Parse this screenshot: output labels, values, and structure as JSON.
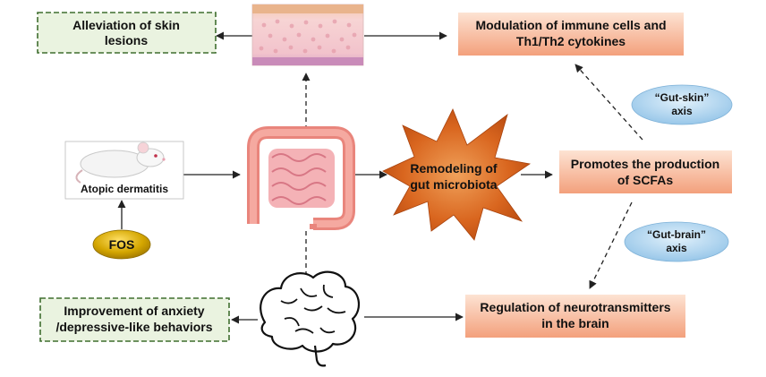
{
  "boxes": {
    "skin_lesions": {
      "line1": "Alleviation of skin",
      "line2": "lesions"
    },
    "immune": {
      "line1": "Modulation of immune cells and",
      "line2": "Th1/Th2 cytokines"
    },
    "scfa": {
      "line1": "Promotes the production",
      "line2": "of SCFAs"
    },
    "neuro": {
      "line1": "Regulation of neurotransmitters",
      "line2": "in the brain"
    },
    "anxiety": {
      "line1": "Improvement of anxiety",
      "line2": "/depressive-like behaviors"
    }
  },
  "center": {
    "line1": "Remodeling of",
    "line2": "gut microbiota"
  },
  "mouse_label": "Atopic dermatitis",
  "fos_label": "FOS",
  "axes": {
    "gut_skin": {
      "line1": "“Gut-skin”",
      "line2": "axis"
    },
    "gut_brain": {
      "line1": "“Gut-brain”",
      "line2": "axis"
    }
  },
  "colors": {
    "green_box_fill": "#eaf3e0",
    "green_box_border": "#3f6e2f",
    "peach_box_start": "#fbd9c5",
    "peach_box_end": "#f4a886",
    "starburst": "#d2601e",
    "fos_fill": "#c59c00",
    "axis_ellipse": "#a9d0ee"
  },
  "icons": [
    "skin-tissue-icon",
    "mouse-icon",
    "intestine-icon",
    "brain-icon",
    "starburst-icon"
  ]
}
